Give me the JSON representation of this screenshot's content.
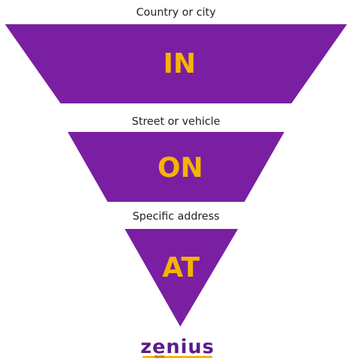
{
  "levels": [
    {
      "caption": "Country or city",
      "preposition": "IN"
    },
    {
      "caption": "Street or vehicle",
      "preposition": "ON"
    },
    {
      "caption": "Specific address",
      "preposition": "AT"
    }
  ],
  "colors": {
    "band": "#7a1fa2",
    "label": "#f5b400",
    "caption": "#222222"
  },
  "logo": {
    "word": "zenius",
    "sub": "BLOG"
  }
}
